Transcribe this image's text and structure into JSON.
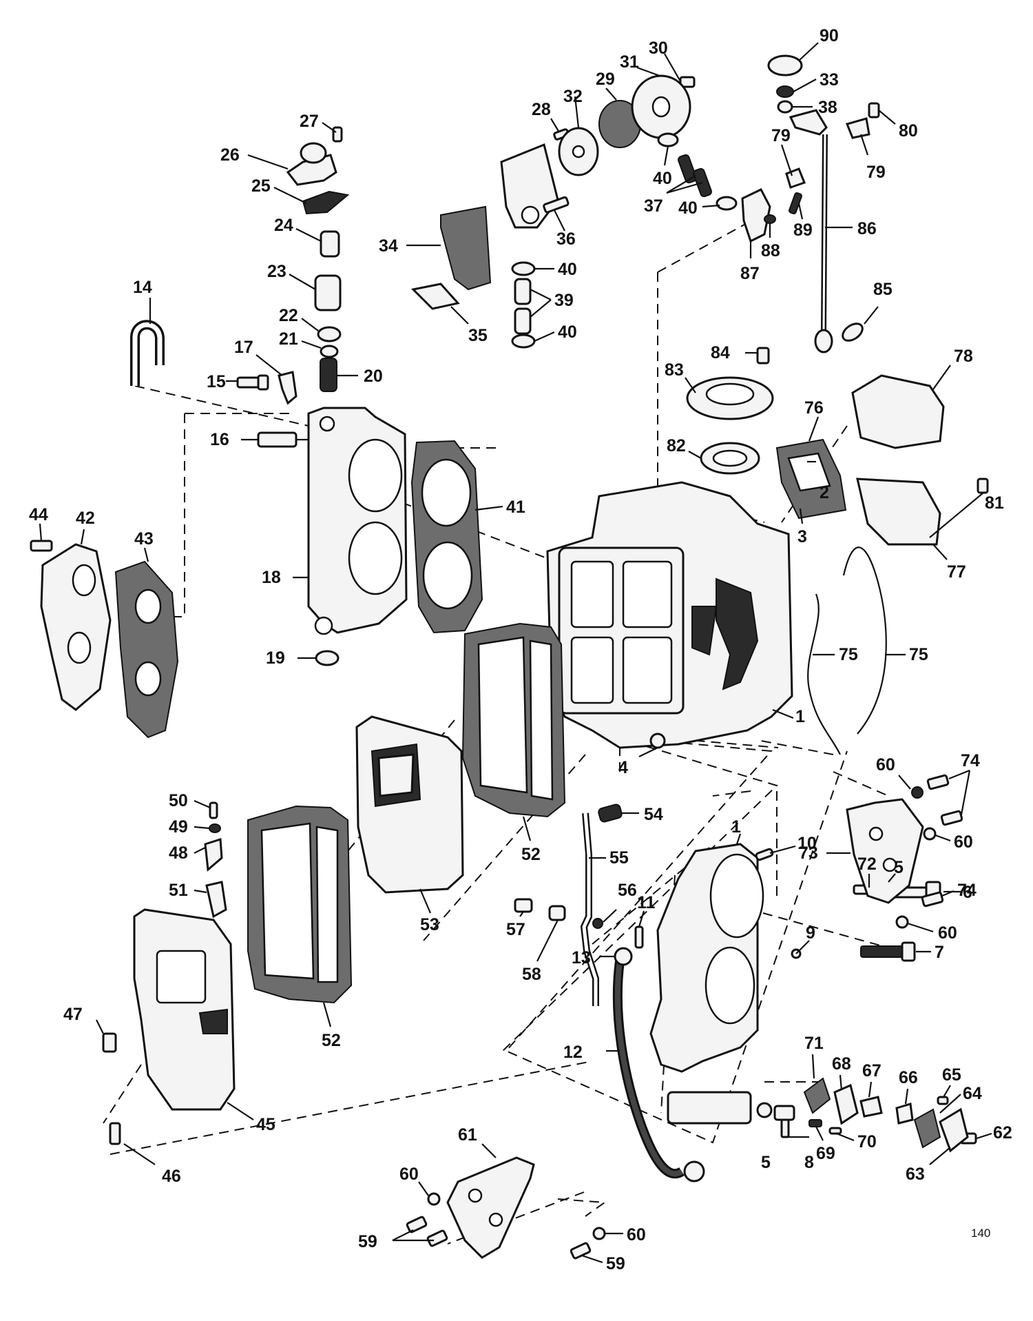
{
  "page_number": "140",
  "labels": [
    {
      "id": "c1",
      "text": "1"
    },
    {
      "id": "c1b",
      "text": "1"
    },
    {
      "id": "c2",
      "text": "2"
    },
    {
      "id": "c3",
      "text": "3"
    },
    {
      "id": "c4",
      "text": "4"
    },
    {
      "id": "c5",
      "text": "5"
    },
    {
      "id": "c5b",
      "text": "5"
    },
    {
      "id": "c6",
      "text": "6"
    },
    {
      "id": "c7",
      "text": "7"
    },
    {
      "id": "c8",
      "text": "8"
    },
    {
      "id": "c9",
      "text": "9"
    },
    {
      "id": "c10",
      "text": "10"
    },
    {
      "id": "c11",
      "text": "11"
    },
    {
      "id": "c12",
      "text": "12"
    },
    {
      "id": "c13",
      "text": "13"
    },
    {
      "id": "c14",
      "text": "14"
    },
    {
      "id": "c15",
      "text": "15"
    },
    {
      "id": "c16",
      "text": "16"
    },
    {
      "id": "c17",
      "text": "17"
    },
    {
      "id": "c18",
      "text": "18"
    },
    {
      "id": "c19",
      "text": "19"
    },
    {
      "id": "c20",
      "text": "20"
    },
    {
      "id": "c21",
      "text": "21"
    },
    {
      "id": "c22",
      "text": "22"
    },
    {
      "id": "c23",
      "text": "23"
    },
    {
      "id": "c24",
      "text": "24"
    },
    {
      "id": "c25",
      "text": "25"
    },
    {
      "id": "c26",
      "text": "26"
    },
    {
      "id": "c27",
      "text": "27"
    },
    {
      "id": "c28",
      "text": "28"
    },
    {
      "id": "c29",
      "text": "29"
    },
    {
      "id": "c30",
      "text": "30"
    },
    {
      "id": "c31",
      "text": "31"
    },
    {
      "id": "c32",
      "text": "32"
    },
    {
      "id": "c33",
      "text": "33"
    },
    {
      "id": "c34",
      "text": "34"
    },
    {
      "id": "c35",
      "text": "35"
    },
    {
      "id": "c36",
      "text": "36"
    },
    {
      "id": "c37",
      "text": "37"
    },
    {
      "id": "c38",
      "text": "38"
    },
    {
      "id": "c39",
      "text": "39"
    },
    {
      "id": "c40a",
      "text": "40"
    },
    {
      "id": "c40b",
      "text": "40"
    },
    {
      "id": "c40c",
      "text": "40"
    },
    {
      "id": "c40d",
      "text": "40"
    },
    {
      "id": "c41",
      "text": "41"
    },
    {
      "id": "c42",
      "text": "42"
    },
    {
      "id": "c43",
      "text": "43"
    },
    {
      "id": "c44",
      "text": "44"
    },
    {
      "id": "c45",
      "text": "45"
    },
    {
      "id": "c46",
      "text": "46"
    },
    {
      "id": "c47",
      "text": "47"
    },
    {
      "id": "c48",
      "text": "48"
    },
    {
      "id": "c49",
      "text": "49"
    },
    {
      "id": "c50",
      "text": "50"
    },
    {
      "id": "c51",
      "text": "51"
    },
    {
      "id": "c52a",
      "text": "52"
    },
    {
      "id": "c52b",
      "text": "52"
    },
    {
      "id": "c53",
      "text": "53"
    },
    {
      "id": "c54",
      "text": "54"
    },
    {
      "id": "c55",
      "text": "55"
    },
    {
      "id": "c56",
      "text": "56"
    },
    {
      "id": "c57",
      "text": "57"
    },
    {
      "id": "c58",
      "text": "58"
    },
    {
      "id": "c59a",
      "text": "59"
    },
    {
      "id": "c59b",
      "text": "59"
    },
    {
      "id": "c60a",
      "text": "60"
    },
    {
      "id": "c60b",
      "text": "60"
    },
    {
      "id": "c60c",
      "text": "60"
    },
    {
      "id": "c60d",
      "text": "60"
    },
    {
      "id": "c60e",
      "text": "60"
    },
    {
      "id": "c61",
      "text": "61"
    },
    {
      "id": "c62",
      "text": "62"
    },
    {
      "id": "c63",
      "text": "63"
    },
    {
      "id": "c64",
      "text": "64"
    },
    {
      "id": "c65",
      "text": "65"
    },
    {
      "id": "c66",
      "text": "66"
    },
    {
      "id": "c67",
      "text": "67"
    },
    {
      "id": "c68",
      "text": "68"
    },
    {
      "id": "c69",
      "text": "69"
    },
    {
      "id": "c70",
      "text": "70"
    },
    {
      "id": "c71",
      "text": "71"
    },
    {
      "id": "c72",
      "text": "72"
    },
    {
      "id": "c73",
      "text": "73"
    },
    {
      "id": "c74a",
      "text": "74"
    },
    {
      "id": "c74b",
      "text": "74"
    },
    {
      "id": "c75a",
      "text": "75"
    },
    {
      "id": "c75b",
      "text": "75"
    },
    {
      "id": "c76",
      "text": "76"
    },
    {
      "id": "c77",
      "text": "77"
    },
    {
      "id": "c78",
      "text": "78"
    },
    {
      "id": "c79a",
      "text": "79"
    },
    {
      "id": "c79b",
      "text": "79"
    },
    {
      "id": "c80",
      "text": "80"
    },
    {
      "id": "c81",
      "text": "81"
    },
    {
      "id": "c82",
      "text": "82"
    },
    {
      "id": "c83",
      "text": "83"
    },
    {
      "id": "c84",
      "text": "84"
    },
    {
      "id": "c85",
      "text": "85"
    },
    {
      "id": "c86",
      "text": "86"
    },
    {
      "id": "c87",
      "text": "87"
    },
    {
      "id": "c88",
      "text": "88"
    },
    {
      "id": "c89",
      "text": "89"
    },
    {
      "id": "c90",
      "text": "90"
    }
  ]
}
